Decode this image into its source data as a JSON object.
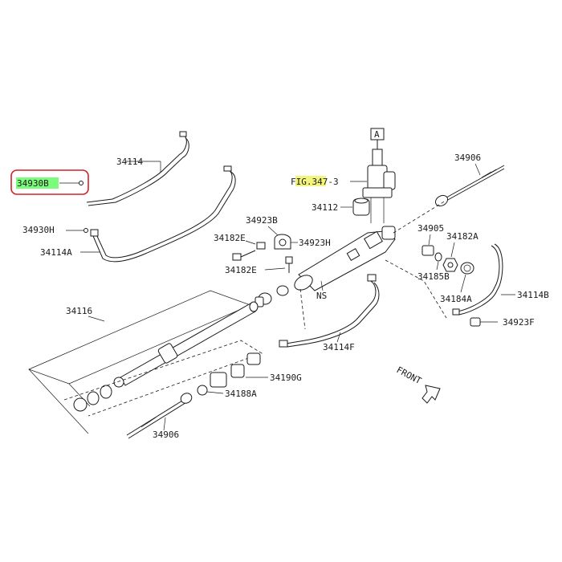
{
  "colors": {
    "line": "#1a1a1a",
    "highlight_green": "#7CFC7C",
    "highlight_yellow": "#F3F57A",
    "callout_red": "#D2202A",
    "background": "#ffffff"
  },
  "labels": {
    "p34114_top": "34114",
    "p34930B": "34930B",
    "p34930H": "34930H",
    "p34114A": "34114A",
    "fig_ref": "FIG.347-3",
    "view_marker": "A",
    "p34112": "34112",
    "p34906_top": "34906",
    "p34923B": "34923B",
    "p34182E_top": "34182E",
    "p34923H": "34923H",
    "p34182E_bot": "34182E",
    "p34905": "34905",
    "p34182A": "34182A",
    "p34185B": "34185B",
    "p34184A": "34184A",
    "p34114B": "34114B",
    "p34923F": "34923F",
    "ns": "NS",
    "p34116": "34116",
    "p34114F": "34114F",
    "p34190G": "34190G",
    "p34188A": "34188A",
    "p34906_bot": "34906",
    "front": "FRONT"
  },
  "icons": {
    "front_arrow": "front-arrow-icon"
  }
}
